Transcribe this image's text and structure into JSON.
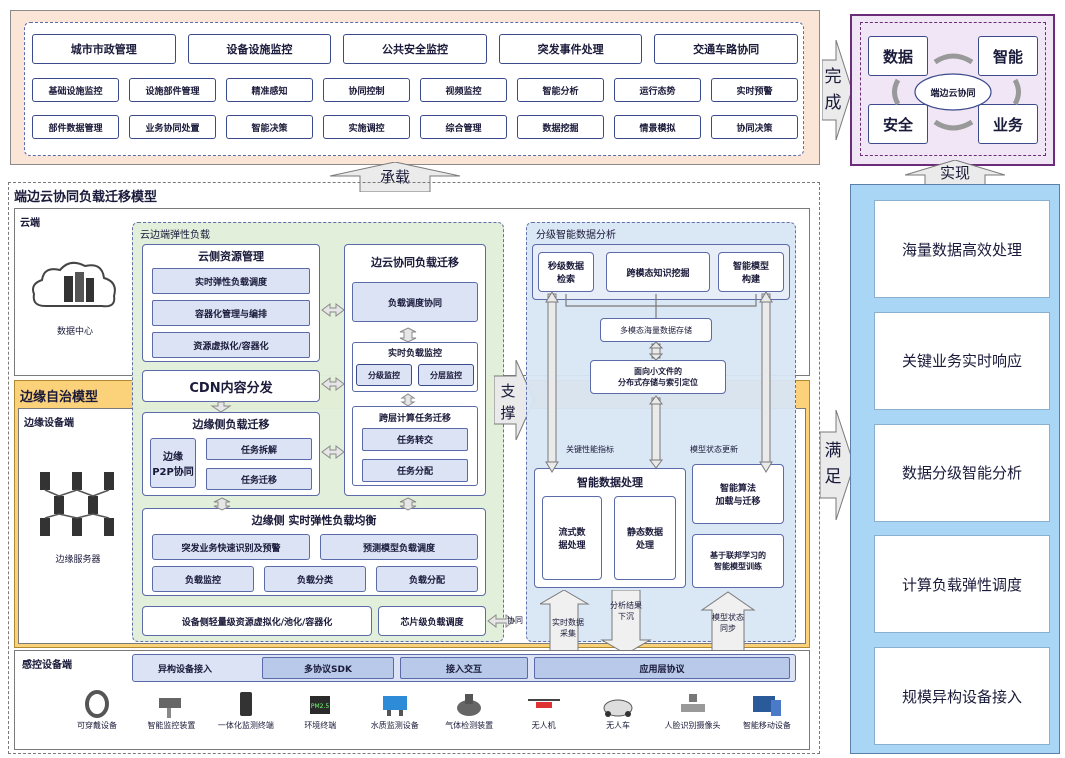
{
  "top_apps": {
    "row1": [
      "城市市政管理",
      "设备设施监控",
      "公共安全监控",
      "突发事件处理",
      "交通车路协同"
    ],
    "row2": [
      "基础设施监控",
      "设施部件管理",
      "精准感知",
      "协同控制",
      "视频监控",
      "智能分析",
      "运行态势",
      "实时预警"
    ],
    "row3": [
      "部件数据管理",
      "业务协同处置",
      "智能决策",
      "实施调控",
      "综合管理",
      "数据挖掘",
      "情景模拟",
      "协同决策"
    ]
  },
  "arrow_wancheng": "完\n成",
  "right_top": {
    "tl": "数据",
    "tr": "智能",
    "bl": "安全",
    "br": "业务",
    "center": "端边云协同"
  },
  "arrow_shixian": "实现",
  "arrow_chengzai": "承载",
  "main_title": "端边云协同负载迁移模型",
  "cloud_label": "云端",
  "datacenter_label": "数据中心",
  "elastic_title": "云边端弹性负载",
  "cloud_res": {
    "title": "云侧资源管理",
    "items": [
      "实时弹性负载调度",
      "容器化管理与编排",
      "资源虚拟化/容器化"
    ]
  },
  "cdn": "CDN内容分发",
  "edge_load": {
    "title": "边缘侧负载迁移",
    "p2p": "边缘\nP2P协同",
    "items": [
      "任务拆解",
      "任务迁移"
    ]
  },
  "edge_cloud": {
    "title": "边云协同负载迁移",
    "sched": "负载调度协同",
    "monitor_title": "实时负载监控",
    "monitor_items": [
      "分级监控",
      "分层监控"
    ],
    "cross_title": "跨层计算任务迁移",
    "cross_items": [
      "任务转交",
      "任务分配"
    ]
  },
  "edge_balance": {
    "title": "边缘侧 实时弹性负载均衡",
    "row1": [
      "突发业务快速识别及预警",
      "预测模型负载调度"
    ],
    "row2": [
      "负载监控",
      "负载分类",
      "负载分配"
    ]
  },
  "device_virt": "设备侧轻量级资源虚拟化/池化/容器化",
  "chip_sched": "芯片级负载调度",
  "arrow_xietong": "协同",
  "edge_autonomy": "边缘自治模型",
  "edge_device_label": "边缘设备端",
  "edge_server_label": "边缘服务器",
  "arrow_zhicheng": "支\n撑",
  "analysis": {
    "title": "分级智能数据分析",
    "top": [
      "秒级数据\n检索",
      "跨模态知识挖掘",
      "智能模型\n构建"
    ],
    "storage": "多模态海量数据存储",
    "small": "面向小文件的\n分布式存储与索引定位",
    "kpi": "关键性能指标",
    "model_update": "模型状态更新",
    "proc_title": "智能数据处理",
    "proc_items": [
      "流式数\n据处理",
      "静态数据\n处理"
    ],
    "algo": "智能算法\n加载与迁移",
    "fed": "基于联邦学习的\n智能模型训练"
  },
  "up_arrows": [
    "实时数据\n采集",
    "分析结果\n下沉",
    "模型状态\n同步"
  ],
  "sense": {
    "label": "感控设备端",
    "access": "异构设备接入",
    "items": [
      "多协议SDK",
      "接入交互",
      "应用层协议"
    ],
    "devices": [
      "可穿戴设备",
      "智能监控装置",
      "一体化监测终端",
      "环境终端",
      "水质监测设备",
      "气体检测装置",
      "无人机",
      "无人车",
      "人脸识别摄像头",
      "智能移动设备"
    ]
  },
  "arrow_manzu": "满\n足",
  "right_items": [
    "海量数据高效处理",
    "关键业务实时响应",
    "数据分级智能分析",
    "计算负载弹性调度",
    "规模异构设备接入"
  ]
}
